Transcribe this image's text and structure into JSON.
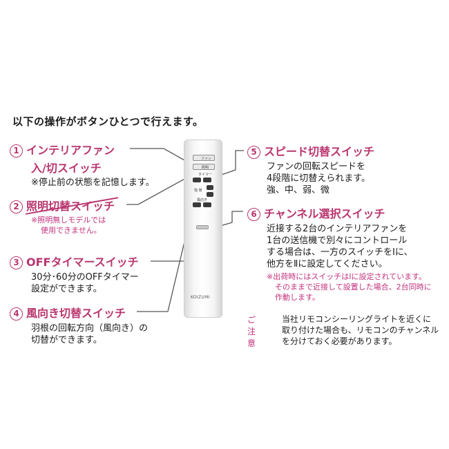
{
  "heading": "以下の操作がボタンひとつで行えます。",
  "items": [
    {
      "num": "1",
      "title_line1": "インテリアファン",
      "title_line2": "入/切スイッチ",
      "notes": [
        "※停止前の状態を記憶します。"
      ]
    },
    {
      "num": "2",
      "title": "照明切替スイッチ",
      "struck": true,
      "notes": [
        "※照明無しモデルでは",
        "使用できません。"
      ]
    },
    {
      "num": "3",
      "title": "OFFタイマースイッチ",
      "desc": [
        "30分･60分のOFFタイマー",
        "設定ができます。"
      ]
    },
    {
      "num": "4",
      "title": "風向き切替スイッチ",
      "desc": [
        "羽根の回転方向（風向き）の",
        "切替ができます。"
      ]
    },
    {
      "num": "5",
      "title": "スピード切替スイッチ",
      "desc": [
        "ファンの回転スピードを",
        "4段階に切替えられます。",
        "強、中、弱、微"
      ]
    },
    {
      "num": "6",
      "title": "チャンネル選択スイッチ",
      "desc": [
        "近接する2台のインテリアファンを",
        "1台の送信機で別々にコントロール",
        "する場合は、一方のスイッチをⅠに、",
        "他方をⅡに設定してください。"
      ],
      "notes": [
        "※出荷時にはスイッチはⅠに設定されています。",
        "そのままで近接して設置した場合、2台同時に",
        "作動します。"
      ]
    }
  ],
  "caution": {
    "label": "ご注意",
    "lines": [
      "当社リモコンシーリングライトを近くに",
      "取り付けた場合も、リモコンのチャンネル",
      "を分けておく必要があります。"
    ]
  },
  "remote": {
    "labels": {
      "fan": "ファン",
      "light": "照明",
      "timer": "タイマー",
      "speed": "強 微",
      "direction": "風向き"
    },
    "brand": "KOIZUMI"
  },
  "colors": {
    "accent": "#b9356e",
    "note": "#c2317c",
    "line": "#555555"
  }
}
